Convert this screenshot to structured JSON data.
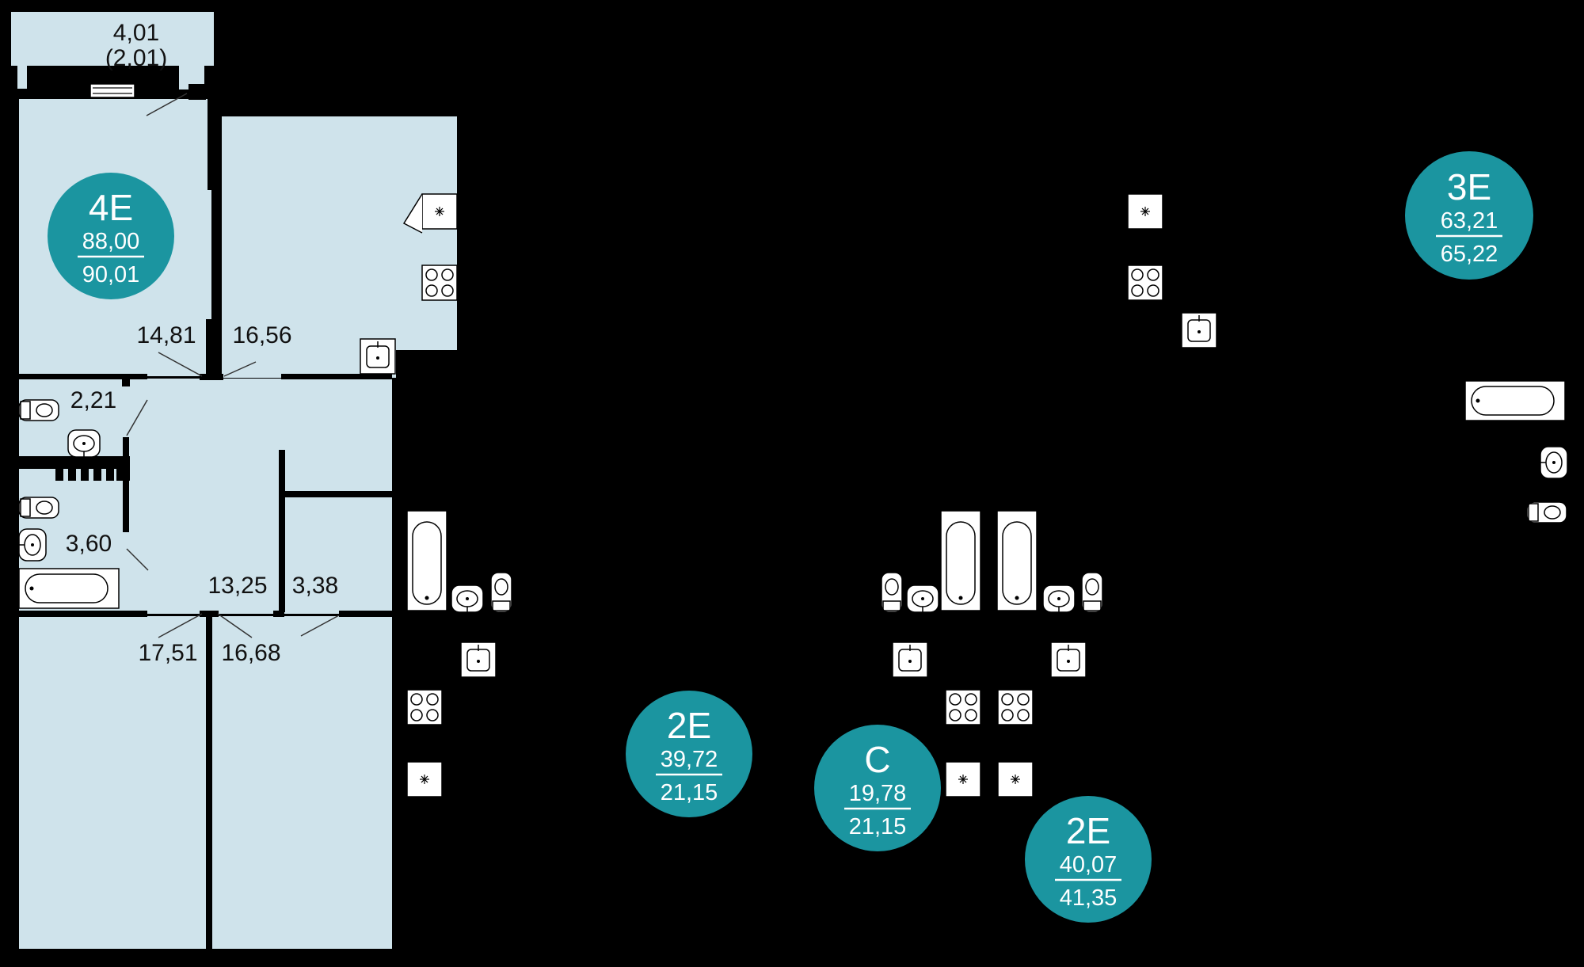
{
  "colors": {
    "background": "#000000",
    "room_fill": "#cfe3eb",
    "wall": "#000000",
    "fixture_fill": "#ffffff",
    "badge": "#1b95a0",
    "badge_text": "#ffffff",
    "label_text": "#111111"
  },
  "apartment_4e": {
    "balcony_area": "4,01",
    "balcony_area_reduced": "(2,01)",
    "room_areas": {
      "living_left": "14,81",
      "kitchen": "16,56",
      "wc": "2,21",
      "bathroom": "3,60",
      "hall": "13,25",
      "storage": "3,38",
      "bedroom_left": "17,51",
      "bedroom_right": "16,68"
    }
  },
  "badges": [
    {
      "id": "4e",
      "type": "4E",
      "area_living": "88,00",
      "area_total": "90,01"
    },
    {
      "id": "3e",
      "type": "3E",
      "area_living": "63,21",
      "area_total": "65,22"
    },
    {
      "id": "2e-a",
      "type": "2E",
      "area_living": "39,72",
      "area_total": "21,15"
    },
    {
      "id": "c",
      "type": "C",
      "area_living": "19,78",
      "area_total": "21,15"
    },
    {
      "id": "2e-b",
      "type": "2E",
      "area_living": "40,07",
      "area_total": "41,35"
    }
  ],
  "icons": {
    "stove": "stove-icon",
    "sink": "sink-icon",
    "ventilation": "ventilation-icon",
    "bathtub": "bathtub-icon",
    "toilet": "toilet-icon",
    "washbasin": "washbasin-icon"
  }
}
